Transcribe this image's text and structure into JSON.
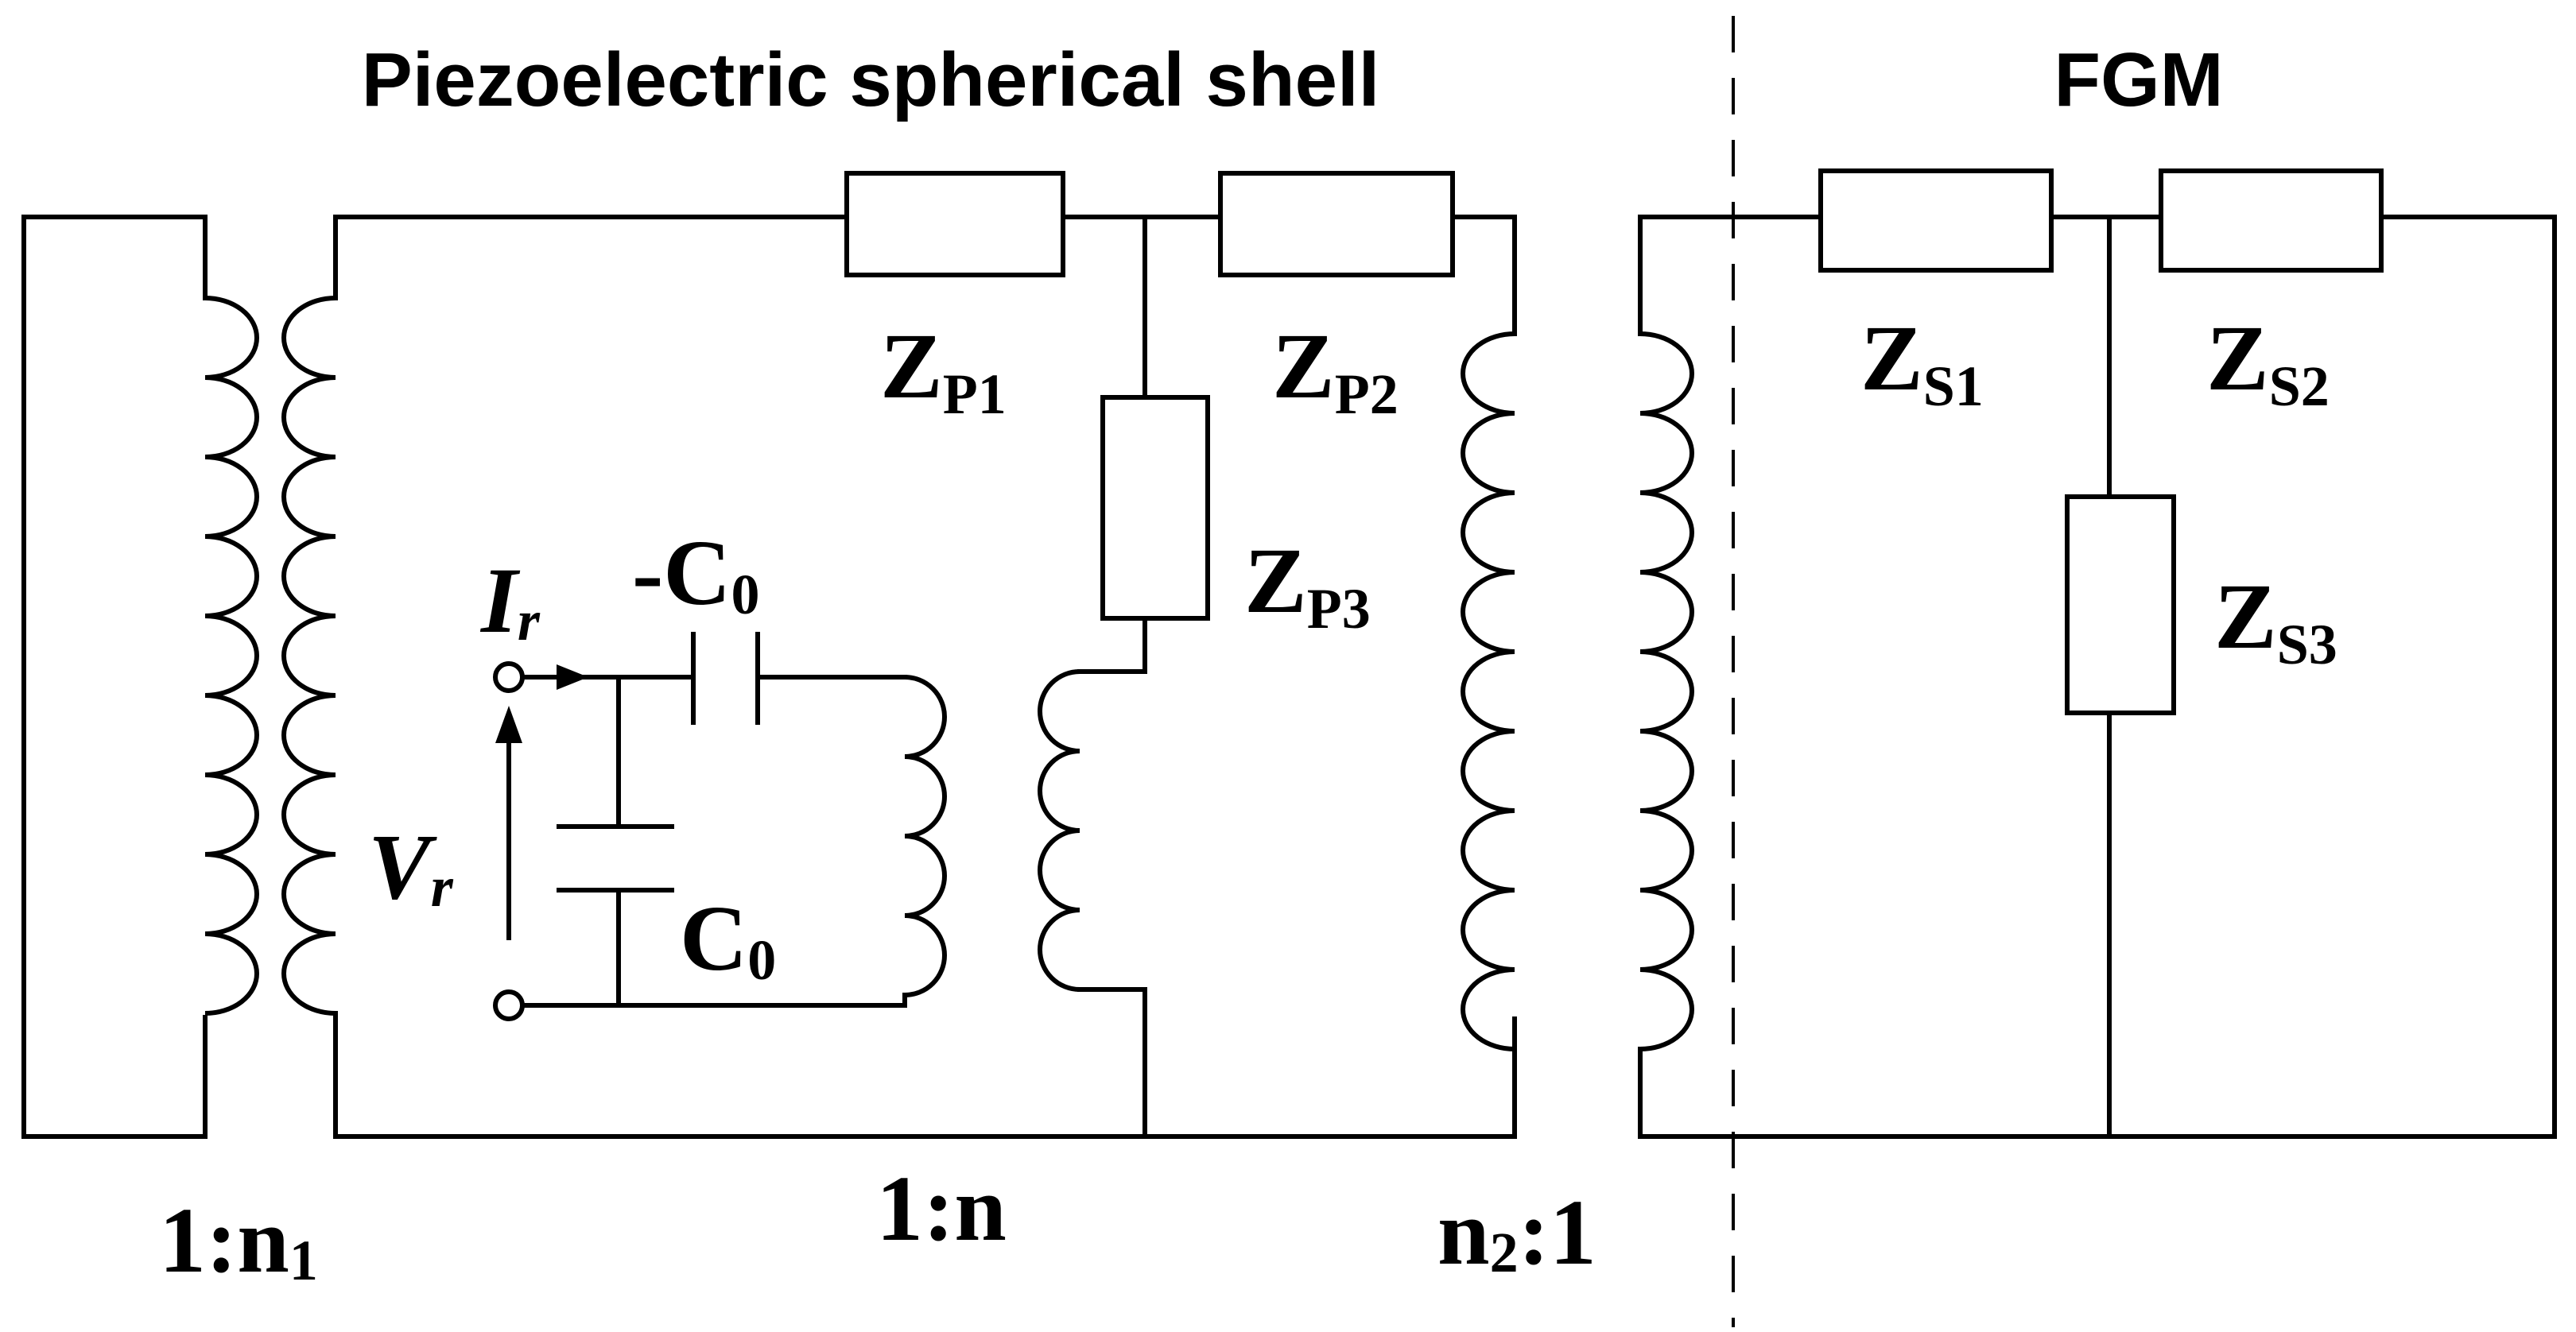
{
  "headers": {
    "piezo": "Piezoelectric spherical shell",
    "fgm": "FGM"
  },
  "impedances": {
    "zp1": {
      "main": "Z",
      "sub": "P1"
    },
    "zp2": {
      "main": "Z",
      "sub": "P2"
    },
    "zp3": {
      "main": "Z",
      "sub": "P3"
    },
    "zs1": {
      "main": "Z",
      "sub": "S1"
    },
    "zs2": {
      "main": "Z",
      "sub": "S2"
    },
    "zs3": {
      "main": "Z",
      "sub": "S3"
    }
  },
  "capacitors": {
    "neg": {
      "main": "-C",
      "sub": "0"
    },
    "pos": {
      "main": "C",
      "sub": "0"
    }
  },
  "electrical": {
    "current": {
      "main": "I",
      "sub": "r"
    },
    "voltage": {
      "main": "V",
      "sub": "r"
    }
  },
  "ratios": {
    "left": {
      "pre": "1:n",
      "sub": "1",
      "post": ""
    },
    "middle": {
      "pre": "1:n",
      "sub": "",
      "post": ""
    },
    "right": {
      "pre": "n",
      "sub": "2",
      "post": ":1"
    }
  }
}
